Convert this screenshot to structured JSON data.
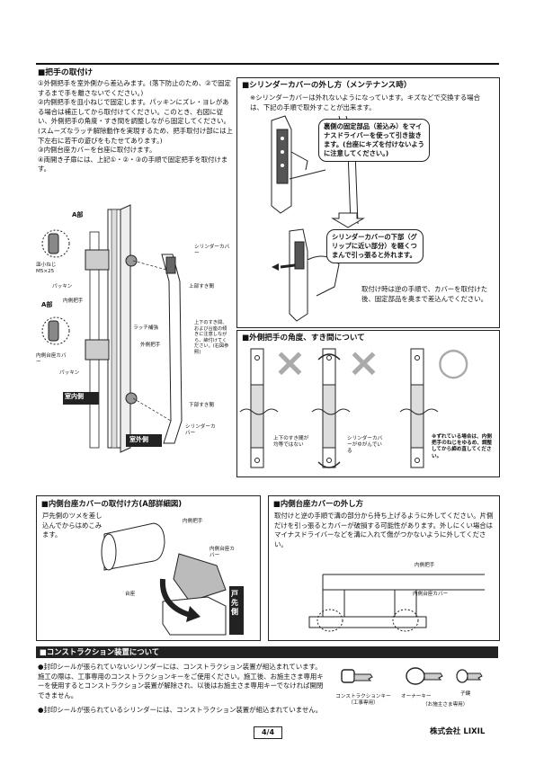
{
  "s1": {
    "title": "■把手の取付け",
    "steps": [
      "①外側把手を室外側から差込みます。(落下防止のため、②で固定するまで手を離さないでください。)",
      "②内側把手を皿小ねじで固定します。パッキンにズレ・ヨレがある場合は補正してから取付けてください。このとき、右図に従い、外側把手の角度・すき間を調整しながら固定してください。(スムーズなラッチ解除動作を実現するため、把手取付け部には上下左右に若干の遊びをもたせてあります。)",
      "③内側台座カバーを台座に取付けます。",
      "④両開き子扉には、上記①・②・③の手順で固定把手を取付けます。"
    ],
    "labels": {
      "a_top": "A部",
      "screw": "皿小ねじ M5×25",
      "packing": "パッキン",
      "inner_handle": "内側把手",
      "a_bottom": "A部",
      "inner_base_cover": "内側台座カバー",
      "packing2": "パッキン",
      "indoor": "室内側",
      "cylinder_cover": "シリンダーカバー",
      "top_gap": "上部すき間",
      "latch": "ラッチ補強",
      "outer_handle": "外側把手",
      "note_gap": "上下のすき間、および台座の傾きに注意しながら、締付けてください。(右図参照)",
      "bottom_gap": "下部すき間",
      "cylinder_cover2": "シリンダーカバー",
      "outdoor": "室外側"
    }
  },
  "s2": {
    "title": "■シリンダーカバーの外し方（メンテナンス時）",
    "note": "※シリンダーカバーは外れないようになっています。キズなどで交換する場合は、下記の手順で取外すことが出来ます。",
    "callout1": "裏側の固定部品（差込み）をマイナスドライバーを使って引き抜きます。(台座にキズを付けないように注意してください。)",
    "callout2": "シリンダーカバーの下部（グリップに近い部分）を軽くつまんで引っ張ると外れます。",
    "reattach": "取付け時は逆の手順で、カバーを取付けた後、固定部品を奥まで差込んでください。"
  },
  "s3": {
    "title": "■外側把手の角度、すき間について",
    "label1": "上下のすき間が均等ではない",
    "label2": "シリンダーカバーがゆがんでいる",
    "label3": "※ずれている場合は、内側把手のねじをゆるめ、調整してから締め直してください。",
    "marks": [
      "×",
      "×",
      "○"
    ]
  },
  "s4": {
    "title": "■内側台座カバーの取付け方(A部詳細図)",
    "text": "戸先側のツメを差し込んでからはめこみます。",
    "label_handle": "内側把手",
    "label_cover": "内側台座カバー",
    "label_base": "台座",
    "door_edge": "戸先側"
  },
  "s5": {
    "title": "■内側台座カバーの外し方",
    "text": "取付けと逆の手順で溝の部分から持ち上げるように外してください。片側だけを引っ張るとカバーが破損する可能性があります。外しにくい場合はマイナスドライバーなどを溝に入れて傷がつかないように外してください。",
    "label_handle": "内側把手",
    "label_cover": "内側台座カバー"
  },
  "s6": {
    "title": "■コンストラクション装置について",
    "bullet1": "●封印シールが張られていないシリンダーには、コンストラクション装置が組込まれています。施工の際は、工事専用のコンストラクションキーをご使用ください。施工後、お施主さま専用キーを使用するとコンストラクション装置が解除され、以後はお施主さま専用キーでなければ開閉できません。",
    "bullet2": "●封印シールが張られているシリンダーには、コンストラクション装置が組込まれていません。",
    "key1": "コンストラクションキー（工事専用）",
    "key2": "オーナーキー",
    "key3": "子鍵",
    "key23": "（お施主さま専用）"
  },
  "footer": {
    "page": "4/4",
    "company": "株式会社 LIXIL"
  }
}
